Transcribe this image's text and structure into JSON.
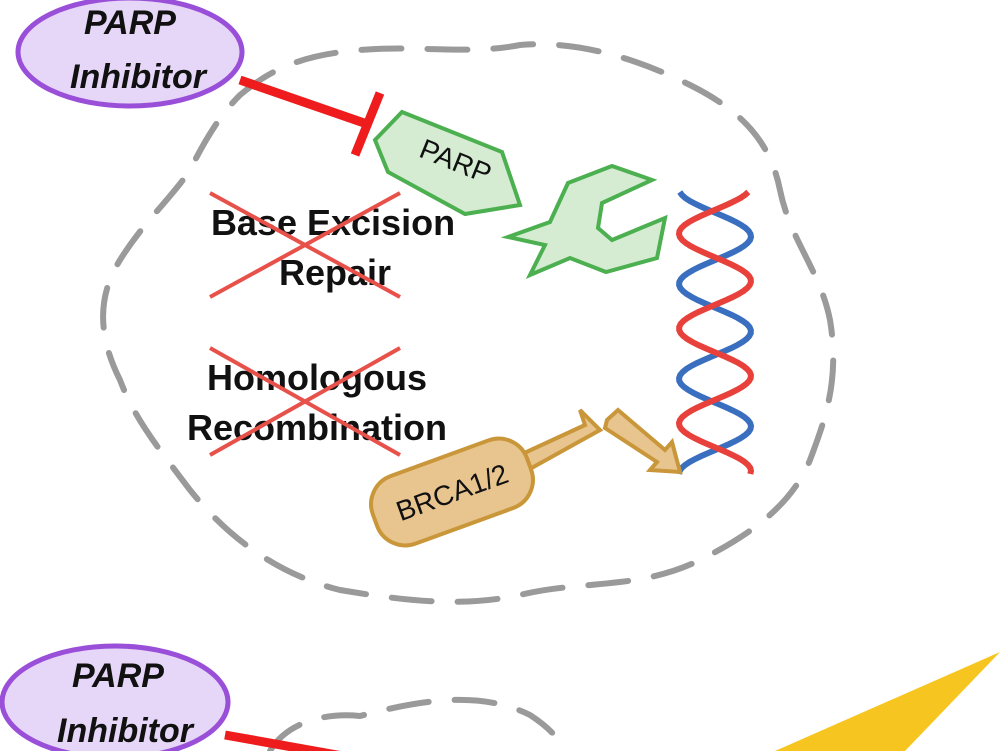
{
  "top_panel": {
    "inhibitor": {
      "line1": "PARP",
      "line2": "Inhibitor"
    },
    "parp_label": "PARP",
    "ber": {
      "line1": "Base Excision",
      "line2": "Repair"
    },
    "hr": {
      "line1": "Homologous",
      "line2": "Recombination"
    },
    "brca_label": "BRCA1/2"
  },
  "bottom_panel": {
    "inhibitor": {
      "line1": "PARP",
      "line2": "Inhibitor"
    }
  },
  "colors": {
    "inhibitor_fill": "#e6d6f7",
    "inhibitor_stroke": "#9a4fd8",
    "inhibition": "#ee1c1c",
    "parp_fill": "#d5ecd2",
    "parp_stroke": "#4caf50",
    "brca_fill": "#e8c58f",
    "brca_stroke": "#c9973a",
    "dna_a": "#3a6fc0",
    "dna_b": "#e8403a",
    "cell": "#9a9a9a",
    "bolt": "#f7c51f"
  }
}
